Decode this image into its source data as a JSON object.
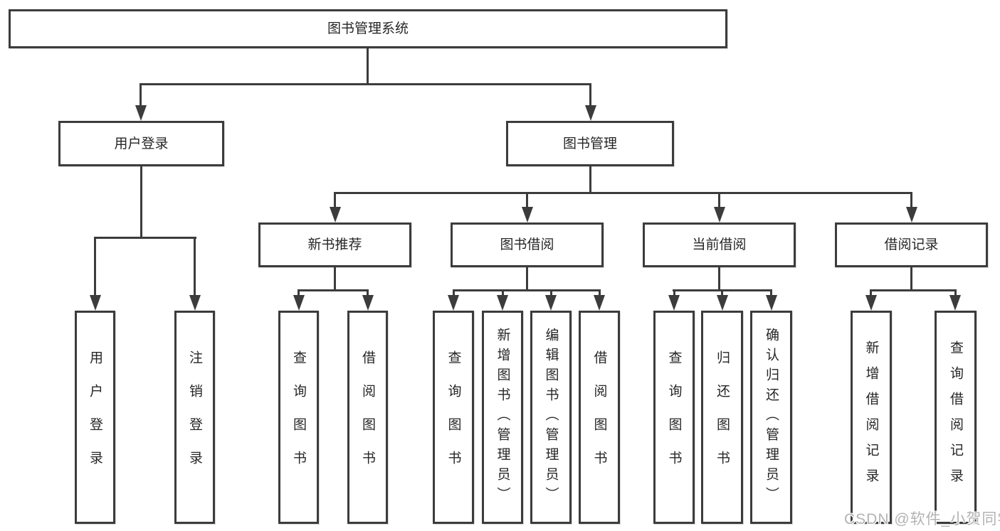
{
  "colors": {
    "line": "#3c3c3c",
    "text": "#262626",
    "box_fill": "#ffffff",
    "background": "#ffffff",
    "watermark": "#b3b3b3"
  },
  "watermark": {
    "text": "CSDN @软件_小贺同学"
  },
  "tree": {
    "root": {
      "label": "图书管理系统"
    },
    "branches": [
      {
        "label": "用户登录",
        "children": [
          {
            "label": "用户登录"
          },
          {
            "label": "注销登录"
          }
        ]
      },
      {
        "label": "图书管理",
        "groups": [
          {
            "label": "新书推荐",
            "children": [
              {
                "label": "查询图书"
              },
              {
                "label": "借阅图书"
              }
            ]
          },
          {
            "label": "图书借阅",
            "children": [
              {
                "label": "查询图书"
              },
              {
                "label": "新增图书（管理员）"
              },
              {
                "label": "编辑图书（管理员）"
              },
              {
                "label": "借阅图书"
              }
            ]
          },
          {
            "label": "当前借阅",
            "children": [
              {
                "label": "查询图书"
              },
              {
                "label": "归还图书"
              },
              {
                "label": "确认归还（管理员）"
              }
            ]
          },
          {
            "label": "借阅记录",
            "children": [
              {
                "label": "新增借阅记录"
              },
              {
                "label": "查询借阅记录"
              }
            ]
          }
        ]
      }
    ]
  }
}
